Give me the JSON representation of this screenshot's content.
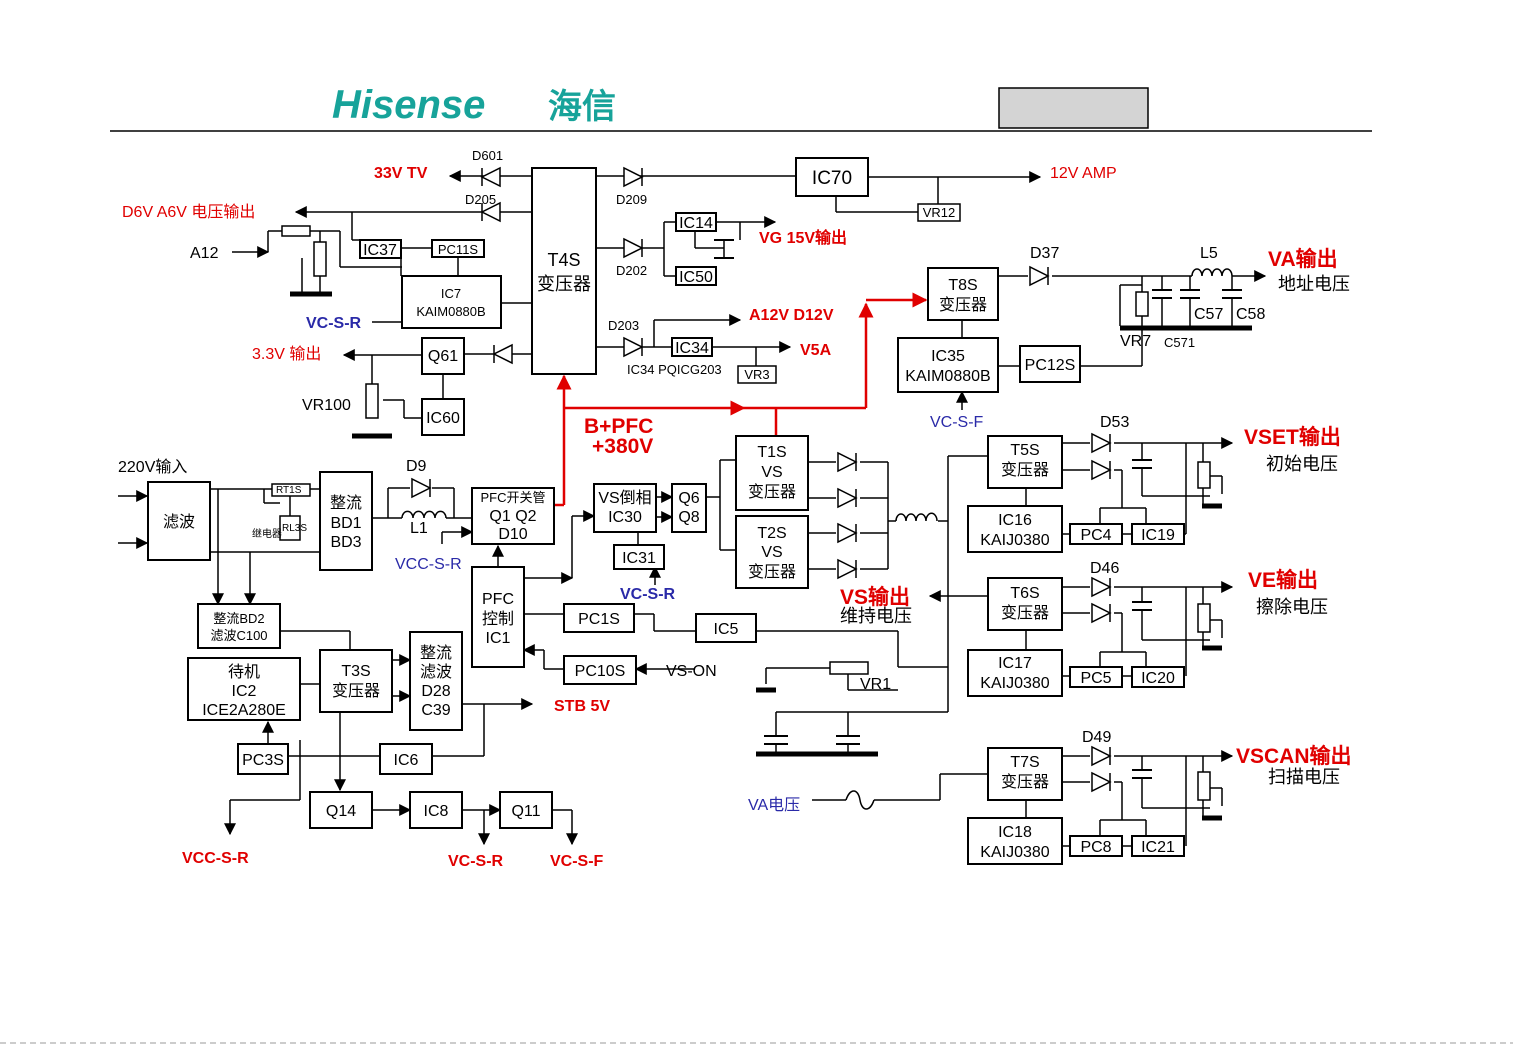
{
  "brand": {
    "latin": "Hisense",
    "cjk": "海信"
  },
  "blocks": {
    "t4s": [
      "T4S",
      "变压器"
    ],
    "ic70": "IC70",
    "ic14": "IC14",
    "ic50": "IC50",
    "ic37": "IC37",
    "pc11s": "PC11S",
    "ic7": [
      "IC7",
      "KAIM0880B"
    ],
    "q61": "Q61",
    "ic60": "IC60",
    "ic34": "IC34",
    "vr3": "VR3",
    "vr12": "VR12",
    "t8s": [
      "T8S",
      "变压器"
    ],
    "ic35": [
      "IC35",
      "KAIM0880B"
    ],
    "pc12s": "PC12S",
    "filter": "滤波",
    "rectifier": [
      "整流",
      "BD1",
      "BD3"
    ],
    "pfc_switch": [
      "PFC开关管",
      "Q1 Q2",
      "D10"
    ],
    "vs_phase": [
      "VS倒相",
      "IC30"
    ],
    "q6q8": [
      "Q6",
      "Q8"
    ],
    "ic31": "IC31",
    "t1s": [
      "T1S",
      "VS",
      "变压器"
    ],
    "t2s": [
      "T2S",
      "VS",
      "变压器"
    ],
    "pfc_ctrl": [
      "PFC",
      "控制",
      "IC1"
    ],
    "pc1s": "PC1S",
    "ic5": "IC5",
    "pc10s": "PC10S",
    "bd2": [
      "整流BD2",
      "滤波C100"
    ],
    "standby": [
      "待机",
      "IC2",
      "ICE2A280E"
    ],
    "t3s": [
      "T3S",
      "变压器"
    ],
    "d28": [
      "整流",
      "滤波",
      "D28",
      "C39"
    ],
    "pc3s": "PC3S",
    "ic6": "IC6",
    "q14": "Q14",
    "ic8": "IC8",
    "q11": "Q11",
    "t5s": [
      "T5S",
      "变压器"
    ],
    "ic16": [
      "IC16",
      "KAIJ0380"
    ],
    "pc4": "PC4",
    "ic19": "IC19",
    "t6s": [
      "T6S",
      "变压器"
    ],
    "ic17": [
      "IC17",
      "KAIJ0380"
    ],
    "pc5": "PC5",
    "ic20": "IC20",
    "t7s": [
      "T7S",
      "变压器"
    ],
    "ic18": [
      "IC18",
      "KAIJ0380"
    ],
    "pc8": "PC8",
    "ic21": "IC21"
  },
  "labels": {
    "out_33v": "33V  TV",
    "d601": "D601",
    "d205": "D205",
    "d209": "D209",
    "d202": "D202",
    "d203": "D203",
    "out_12v_amp": "12V  AMP",
    "out_d6v": "D6V  A6V 电压输出",
    "a12": "A12",
    "out_vg15": "VG 15V输出",
    "vc_s_r_left": "VC-S-R",
    "out_33": "3.3V 输出",
    "vr100": "VR100",
    "out_a12v": "A12V  D12V",
    "out_v5a": "V5A",
    "ic34_part": "IC34 PQICG203",
    "d37": "D37",
    "l5": "L5",
    "out_va": "VA输出",
    "va_sub": "地址电压",
    "c57": "C57",
    "c58": "C58",
    "vr7": "VR7",
    "c571": "C571",
    "bpfc": "B+PFC",
    "bpfc_v": "+380V",
    "vc_s_f_top": "VC-S-F",
    "d53": "D53",
    "out_vset": "VSET输出",
    "vset_sub": "初始电压",
    "in_220": "220V输入",
    "d9": "D9",
    "l1": "L1",
    "rt1s": "RT1S",
    "rl3s": "RL3S",
    "relay": "继电器",
    "vcc_s_r_mid": "VCC-S-R",
    "vc_s_r_mid": "VC-S-R",
    "d46": "D46",
    "out_ve": "VE输出",
    "ve_sub": "擦除电压",
    "out_vs": "VS输出",
    "vs_sub": "维持电压",
    "vs_on": "VS-ON",
    "vr1": "VR1",
    "out_stb": "STB  5V",
    "d49": "D49",
    "out_vscan": "VSCAN输出",
    "vscan_sub": "扫描电压",
    "va_volt": "VA电压",
    "vcc_s_r_bot": "VCC-S-R",
    "vc_s_r_bot": "VC-S-R",
    "vc_s_f_bot": "VC-S-F"
  },
  "colors": {
    "brand": "#17a39a",
    "power": "#e00000",
    "control": "#2a2aa8",
    "line": "#000000"
  },
  "icons": {
    "diode": "diode-icon",
    "inductor": "inductor-icon",
    "capacitor": "capacitor-icon",
    "ground": "ground-icon",
    "potentiometer": "potentiometer-icon",
    "arrow": "arrow-icon"
  }
}
